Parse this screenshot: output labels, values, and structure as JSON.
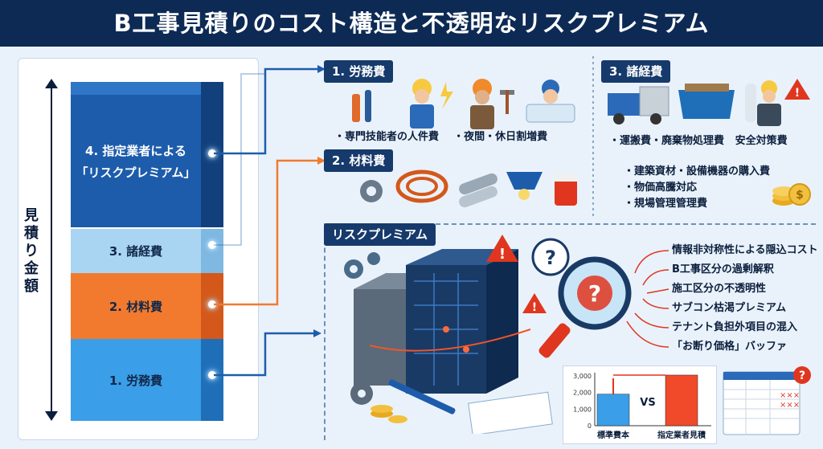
{
  "title": "B工事見積りのコスト構造と不透明なリスクプレミアム",
  "stack": {
    "axis_label": "見積り金額",
    "segments": [
      {
        "label_line1": "4. 指定業者による",
        "label_line2": "「リスクプレミアム」"
      },
      {
        "label": "3. 諸経費"
      },
      {
        "label": "2. 材料費"
      },
      {
        "label": "1. 労務費"
      }
    ]
  },
  "labor": {
    "heading": "1. 労務費",
    "items": [
      "・専門技能者の人件費",
      "・夜間・休日割増費"
    ]
  },
  "materials": {
    "heading": "2. 材料費",
    "items": [
      "・建築資材・設備機器の購入費",
      "・物価高騰対応",
      "・規場管理管理費"
    ]
  },
  "overhead": {
    "heading": "3. 諸経費",
    "items": [
      "・運搬費・廃棄物処理費",
      "安全対策費"
    ]
  },
  "risk": {
    "heading": "リスクプレミアム",
    "items": [
      "情報非対称性による隠込コスト",
      "B工事区分の過剰解釈",
      "施工区分の不透明性",
      "サブコン枯渇プレミアム",
      "テナント負担外項目の混入",
      "「お断り価格」バッファ"
    ]
  },
  "chart_data": {
    "type": "bar",
    "categories": [
      "標準費本",
      "指定業者見積"
    ],
    "values": [
      1900,
      3050
    ],
    "ylim": [
      0,
      3000
    ],
    "yticks": [
      "3,000",
      "2,000",
      "1,000",
      "0"
    ],
    "vs_label": "VS",
    "colors": [
      "#3b9ee8",
      "#f04a2a"
    ]
  },
  "colors": {
    "header_bg": "#0d2a54",
    "accent_orange": "#f27a2e",
    "accent_blue": "#1d5cab",
    "alert_red": "#e0361f"
  }
}
